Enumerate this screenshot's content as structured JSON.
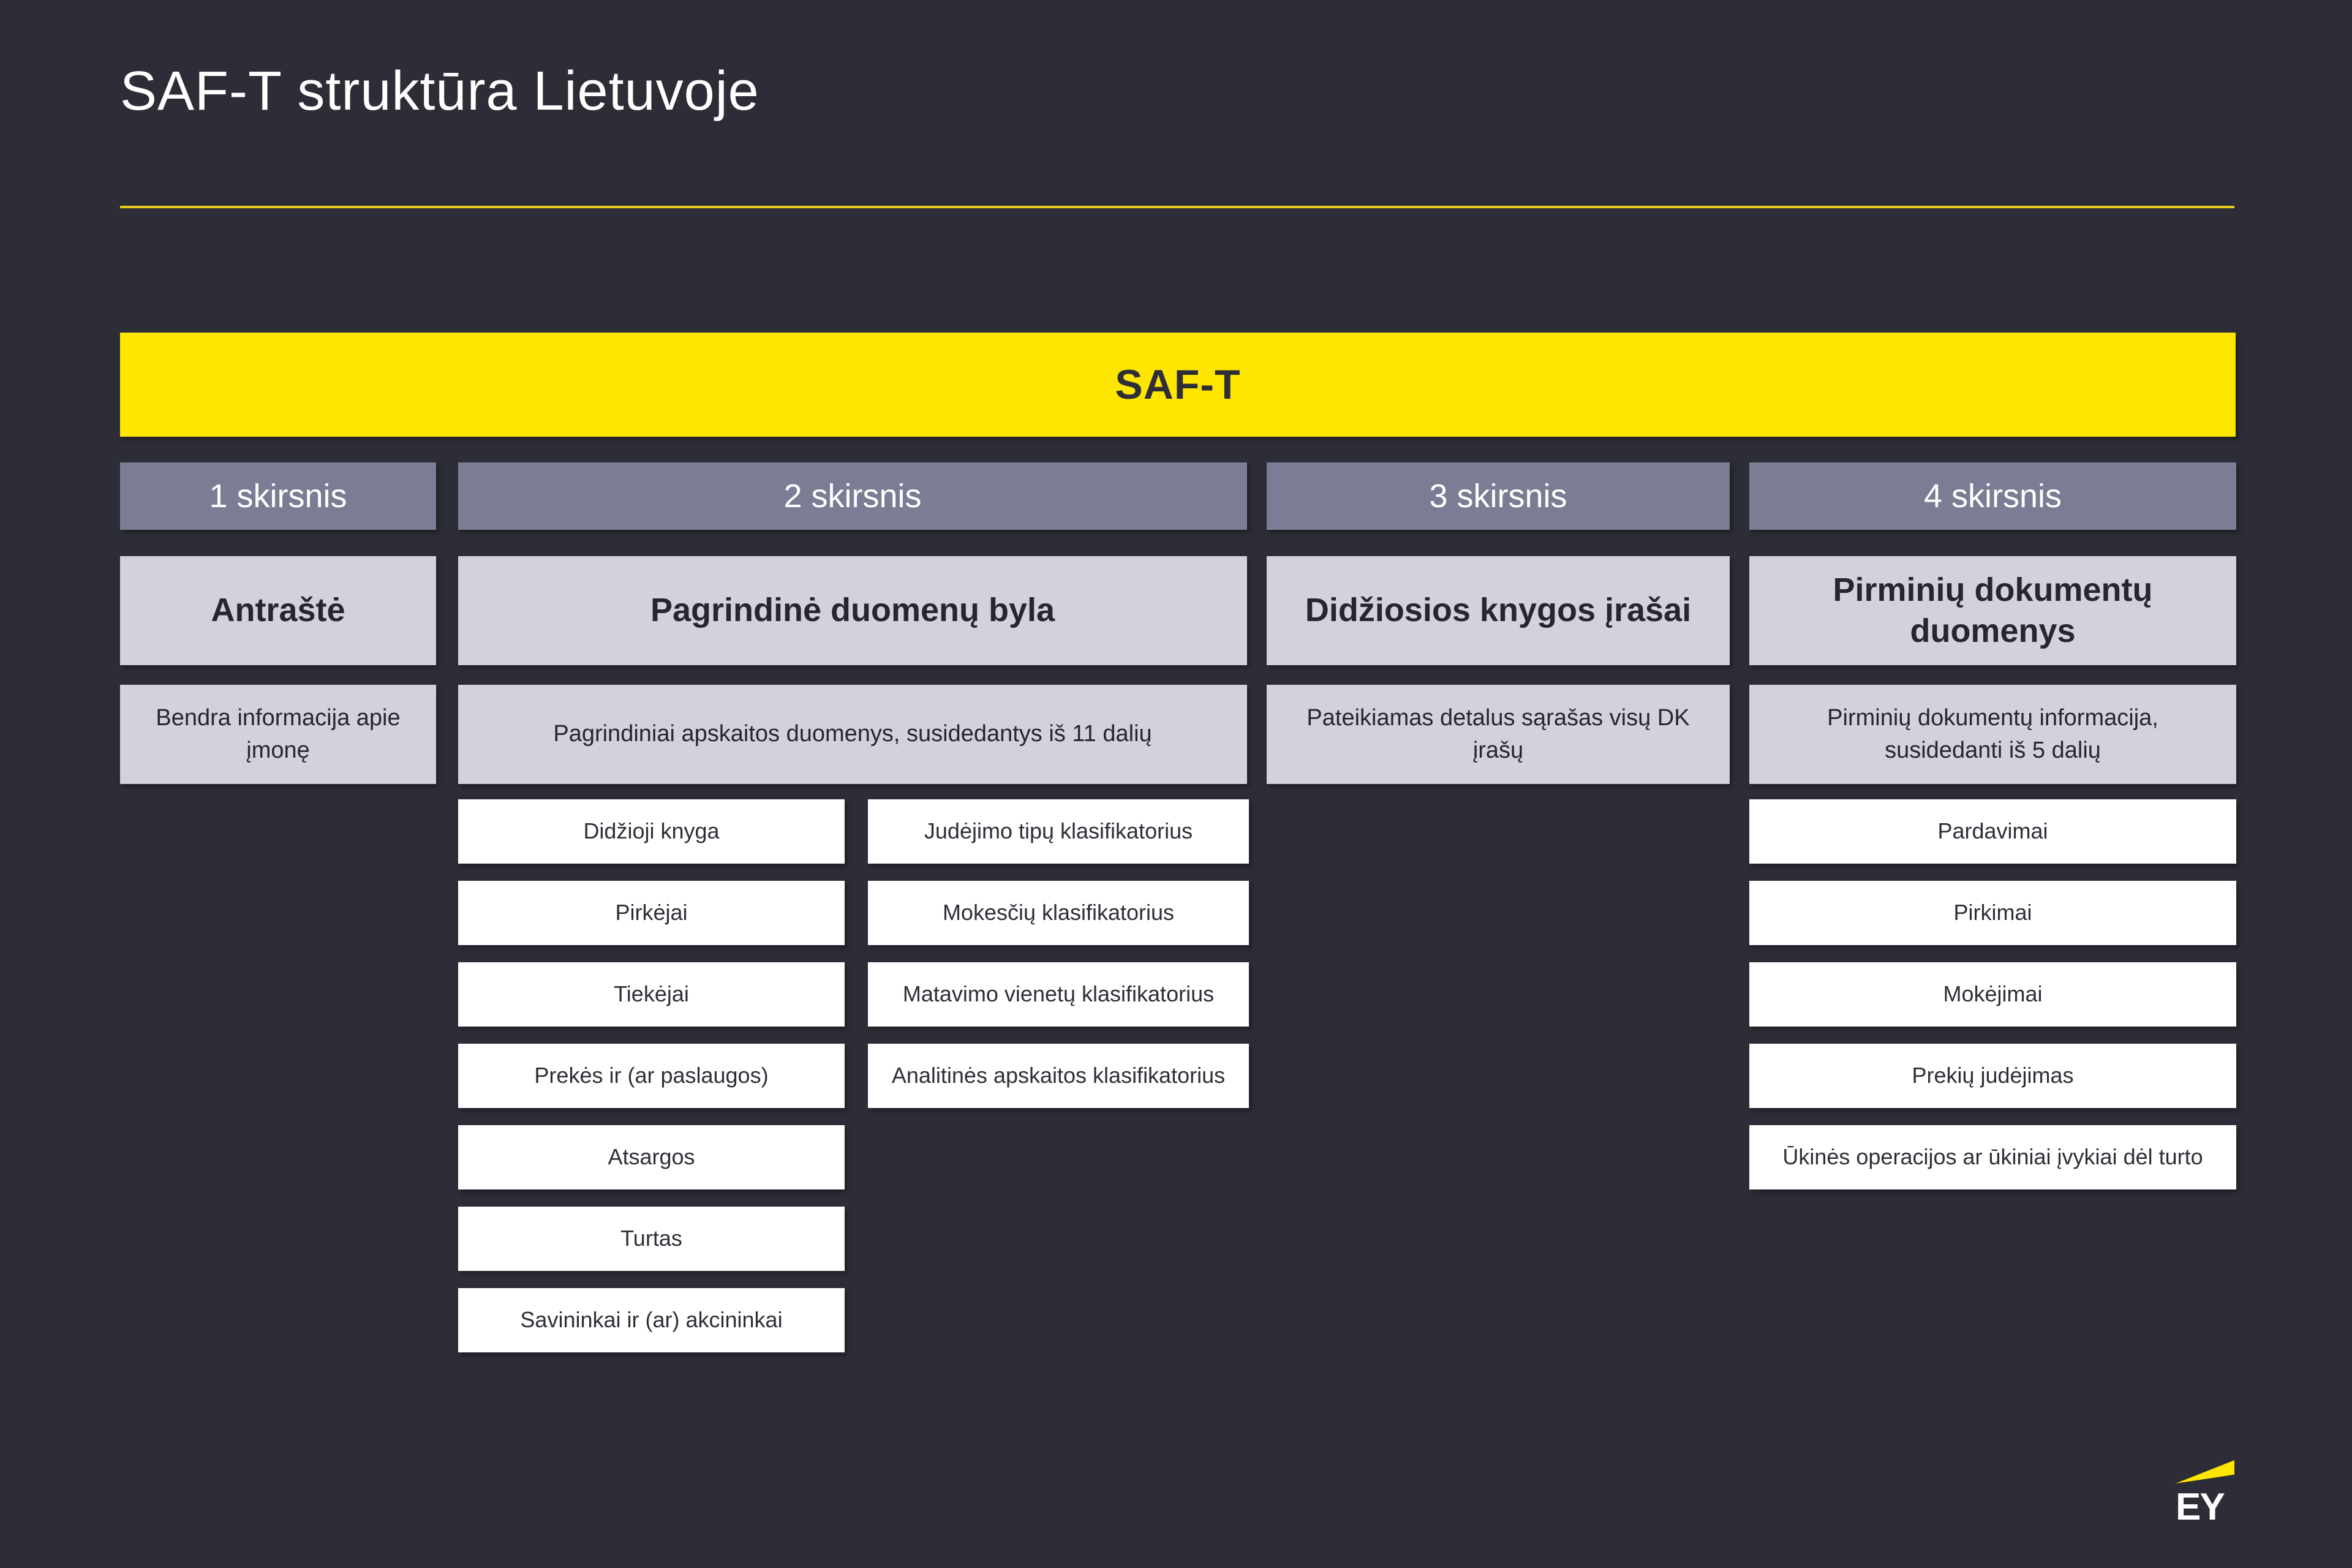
{
  "slide": {
    "title": "SAF-T struktūra Lietuvoje"
  },
  "root": {
    "label": "SAF-T"
  },
  "columns": [
    {
      "header": "1 skirsnis",
      "title": "Antraštė",
      "description": "Bendra informacija apie įmonę"
    },
    {
      "header": "2 skirsnis",
      "title": "Pagrindinė duomenų byla",
      "description": "Pagrindiniai apskaitos duomenys, susidedantys iš 11 dalių",
      "items_left": [
        "Didžioji knyga",
        "Pirkėjai",
        "Tiekėjai",
        "Prekės ir (ar paslaugos)",
        "Atsargos",
        "Turtas",
        "Savininkai ir (ar) akcininkai"
      ],
      "items_right": [
        "Judėjimo tipų klasifikatorius",
        "Mokesčių klasifikatorius",
        "Matavimo vienetų klasifikatorius",
        "Analitinės apskaitos klasifikatorius"
      ]
    },
    {
      "header": "3 skirsnis",
      "title": "Didžiosios knygos įrašai",
      "description": "Pateikiamas detalus sąrašas visų DK įrašų"
    },
    {
      "header": "4 skirsnis",
      "title": "Pirminių dokumentų duomenys",
      "description": "Pirminių dokumentų informacija, susidedanti iš 5 dalių",
      "items": [
        "Pardavimai",
        "Pirkimai",
        "Mokėjimai",
        "Prekių judėjimas",
        "Ūkinės operacijos ar ūkiniai įvykiai dėl turto"
      ]
    }
  ],
  "logo": {
    "text": "EY"
  },
  "colors": {
    "background": "#2d2d37",
    "accent_yellow": "#ffe600",
    "divider_yellow": "#e6cc1a",
    "header_gray": "#7b7d95",
    "panel_gray": "#d2d3da",
    "box_white": "#ffffff",
    "text_dark": "#2e2e38",
    "text_light": "#ffffff"
  }
}
